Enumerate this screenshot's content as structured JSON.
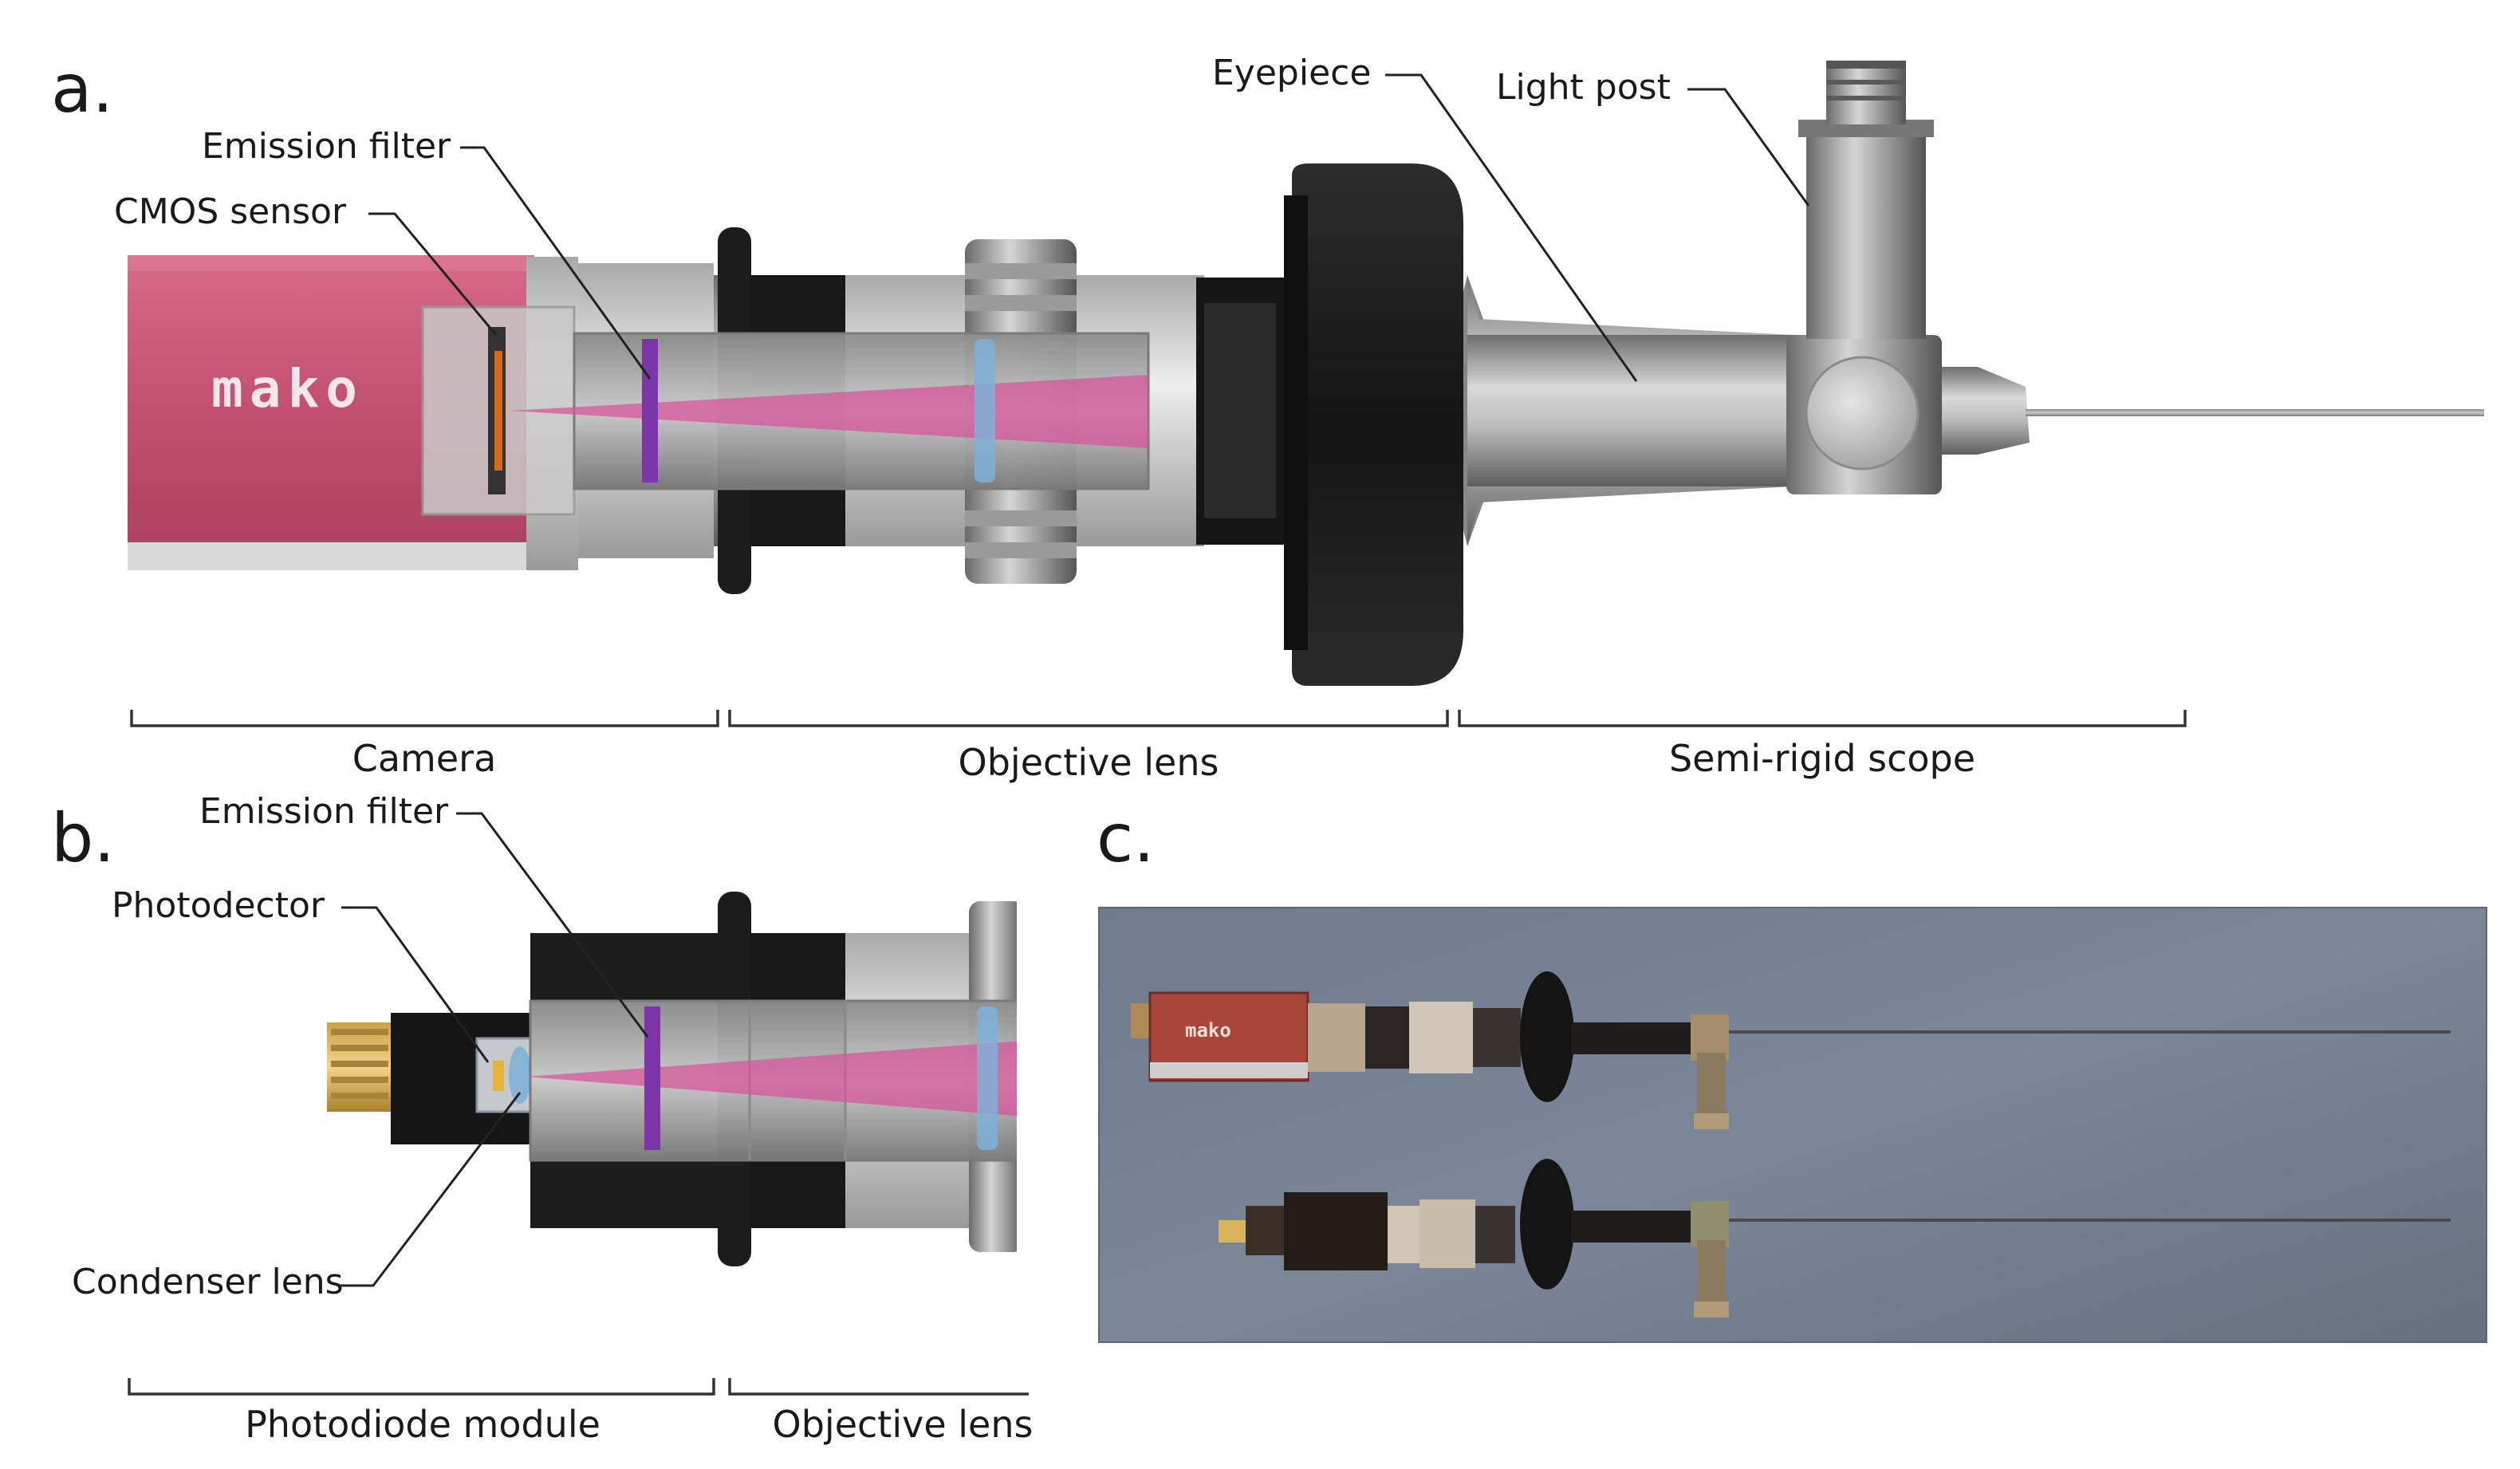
{
  "panels": {
    "a": {
      "label": "a.",
      "camera_brand": "mako",
      "callouts": {
        "emission_filter": "Emission filter",
        "cmos_sensor": "CMOS sensor",
        "eyepiece": "Eyepiece",
        "light_post": "Light post"
      },
      "sections": {
        "camera": "Camera",
        "objective_lens": "Objective lens",
        "semi_rigid_scope": "Semi-rigid scope"
      }
    },
    "b": {
      "label": "b.",
      "callouts": {
        "emission_filter": "Emission filter",
        "photodetector": "Photodector",
        "condenser_lens": "Condenser lens"
      },
      "sections": {
        "photodiode_module": "Photodiode module",
        "objective_lens": "Objective lens"
      }
    },
    "c": {
      "label": "c.",
      "camera_brand": "mako"
    }
  },
  "colors": {
    "camera_body": "#c2506f",
    "filter": "#7a35a8",
    "light_cone": "#d6559a",
    "lens": "#7fb0d8",
    "dark_part": "#1d1d1d",
    "photo_bg": "#707c8e"
  }
}
